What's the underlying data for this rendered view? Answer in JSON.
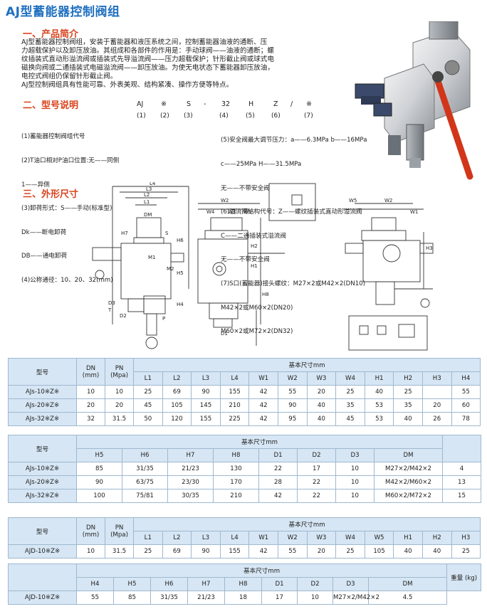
{
  "title": "AJ型蓄能器控制阀组",
  "sections": {
    "intro": "一、产品简介",
    "model": "二、型号说明",
    "dims": "三、外形尺寸"
  },
  "intro_lines": [
    "AJ型蓄能器控制阀组，安装于蓄能器和液压系统之间，控制蓄能器油液的通断、压",
    "力超载保护以及卸压放油。其组成和各部件的作用是：手动球阀——油液的通断；螺",
    "纹插装式直动形溢流阀或插装式先导溢流阀——压力超载保护；针形截止阀或球式电",
    "磁换向阀或二通插装式电磁溢流阀——卸压放油。为使无电状态下蓄能器卸压放油，",
    "电控式阀组仍保留针形截止阀。",
    "AJ型控制阀组具有性能可靠、外表美观、结构紧凑、操作方便等特点。"
  ],
  "code": {
    "parts": [
      "AJ",
      "※",
      "S",
      "-",
      "32",
      "H",
      "Z",
      "/",
      "※"
    ],
    "nums": [
      "(1)",
      "(2)",
      "(3)",
      "(4)",
      "(5)",
      "(6)",
      "(7)"
    ]
  },
  "left_notes": [
    "(1)蓄能器控制阀组代号",
    "(2)T油口相对P油口位置:无——同侧",
    "                              1——异侧",
    "(3)卸荷形式：S——手动(标准型)",
    "                Dk——断电卸荷",
    "                DB——通电卸荷",
    "(4)公称通径：10、20、32(mm)"
  ],
  "right_notes": [
    "(5)安全阀最大调节压力：a——6.3MPa    b——16MPa",
    "                            c——25MPa    H——31.5MPa",
    "                            无——不带安全阀",
    "(6)溢流阀结构代号：Z——螺纹插装式直动形溢流阀",
    "                          C——二通插装式溢流阀",
    "                          无——不带安全阀",
    "(7)S口(蓄能器)接头螺纹：M27×2或M42×2(DN10)",
    "                                M42×2或M60×2(DN20)",
    "                                M60×2或M72×2(DN32)"
  ],
  "labels": {
    "l4": "L4",
    "l3": "L3",
    "l2": "L2",
    "l1": "L1",
    "dm": "DM",
    "s": "S",
    "m1": "M1",
    "m2": "M2",
    "d3": "D3",
    "d2": "D2",
    "d1": "D1",
    "t": "T",
    "p": "P",
    "w1": "W1",
    "w2": "W2",
    "w3": "W3",
    "w4": "W4",
    "w5": "W5",
    "h1": "H1",
    "h2": "H2",
    "h3": "H3",
    "h4": "H4",
    "h5": "H5",
    "h6": "H6",
    "h7": "H7",
    "h8": "H8"
  },
  "table1": {
    "model": "型号",
    "dn": "DN (mm)",
    "pn": "PN (Mpa)",
    "group": "基本尺寸mm",
    "cols": [
      "L1",
      "L2",
      "L3",
      "L4",
      "W1",
      "W2",
      "W3",
      "W4",
      "H1",
      "H2",
      "H3",
      "H4"
    ],
    "rows": [
      [
        "AJs-10※Z※",
        "10",
        "10",
        "25",
        "69",
        "90",
        "155",
        "42",
        "55",
        "20",
        "25",
        "40",
        "25",
        "",
        "55"
      ],
      [
        "AJs-20※Z※",
        "20",
        "20",
        "45",
        "105",
        "145",
        "210",
        "42",
        "90",
        "40",
        "35",
        "53",
        "35",
        "20",
        "60"
      ],
      [
        "AJs-32※Z※",
        "32",
        "31.5",
        "50",
        "120",
        "155",
        "225",
        "42",
        "95",
        "40",
        "45",
        "53",
        "40",
        "26",
        "78"
      ]
    ]
  },
  "table2": {
    "model": "型号",
    "group": "基本尺寸mm",
    "cols": [
      "H5",
      "H6",
      "H7",
      "H8",
      "D1",
      "D2",
      "D3",
      "DM",
      ""
    ],
    "rows": [
      [
        "AJs-10※Z※",
        "85",
        "31/35",
        "21/23",
        "130",
        "22",
        "17",
        "10",
        "M27×2/M42×2",
        "4"
      ],
      [
        "AJs-20※Z※",
        "90",
        "63/75",
        "23/30",
        "170",
        "28",
        "22",
        "10",
        "M42×2/M60×2",
        "13"
      ],
      [
        "AJs-32※Z※",
        "100",
        "75/81",
        "30/35",
        "210",
        "42",
        "22",
        "10",
        "M60×2/M72×2",
        "15"
      ]
    ]
  },
  "table3": {
    "model": "型号",
    "dn": "DN (mm)",
    "pn": "PN (Mpa)",
    "group": "基本尺寸mm",
    "cols": [
      "L1",
      "L2",
      "L3",
      "L4",
      "W1",
      "W2",
      "W3",
      "W4",
      "W5",
      "H1",
      "H2",
      "H3"
    ],
    "rows": [
      [
        "AJD-10※Z※",
        "10",
        "31.5",
        "25",
        "69",
        "90",
        "155",
        "42",
        "55",
        "20",
        "25",
        "105",
        "40",
        "40",
        "25"
      ]
    ]
  },
  "table4": {
    "group": "基本尺寸mm",
    "weight": "重量 (kg)",
    "cols": [
      "H4",
      "H5",
      "H6",
      "H7",
      "H8",
      "D1",
      "D2",
      "D3",
      "DM"
    ],
    "rows": [
      [
        "AJD-10※Z※",
        "55",
        "85",
        "31/35",
        "21/23",
        "18",
        "17",
        "10",
        "M27×2/M42×2",
        "4.5"
      ]
    ]
  },
  "colors": {
    "title": "#1f6fc0",
    "section": "#d9431e",
    "header_bg": "#d6e6f4",
    "border": "#9fb8d0"
  }
}
